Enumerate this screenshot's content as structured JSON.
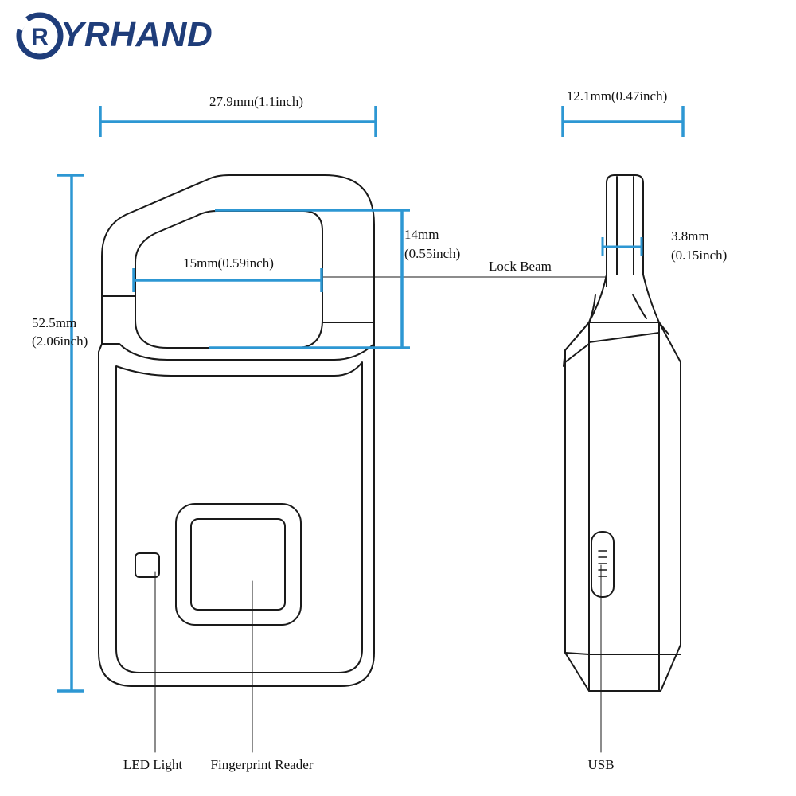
{
  "brand": {
    "name": "YRHAND",
    "logo_letter": "R",
    "color": "#1f3d7a"
  },
  "colors": {
    "dimension_line": "#2d97d3",
    "outline": "#1a1a1a"
  },
  "dimensions": {
    "front_width": "27.9mm(1.1inch)",
    "side_width": "12.1mm(0.47inch)",
    "height_mm": "52.5mm",
    "height_inch": "(2.06inch)",
    "beam_inner_width": "15mm(0.59inch)",
    "beam_inner_height_mm": "14mm",
    "beam_inner_height_inch": "(0.55inch)",
    "beam_thickness_mm": "3.8mm",
    "beam_thickness_inch": "(0.15inch)"
  },
  "callouts": {
    "lock_beam": "Lock Beam",
    "led_light": "LED Light",
    "fingerprint_reader": "Fingerprint Reader",
    "usb": "USB"
  }
}
